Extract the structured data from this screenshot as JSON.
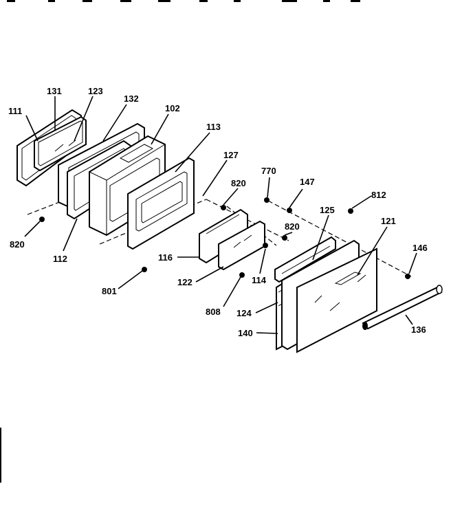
{
  "callouts": {
    "c111": "111",
    "c131": "131",
    "c123": "123",
    "c132": "132",
    "c102": "102",
    "c113": "113",
    "c127": "127",
    "c820a": "820",
    "c770": "770",
    "c147": "147",
    "c812": "812",
    "c125": "125",
    "c121": "121",
    "c820b": "820",
    "c146": "146",
    "c820c": "820",
    "c112": "112",
    "c116": "116",
    "c122": "122",
    "c114": "114",
    "c801": "801",
    "c808": "808",
    "c124": "124",
    "c140": "140",
    "c136": "136"
  }
}
